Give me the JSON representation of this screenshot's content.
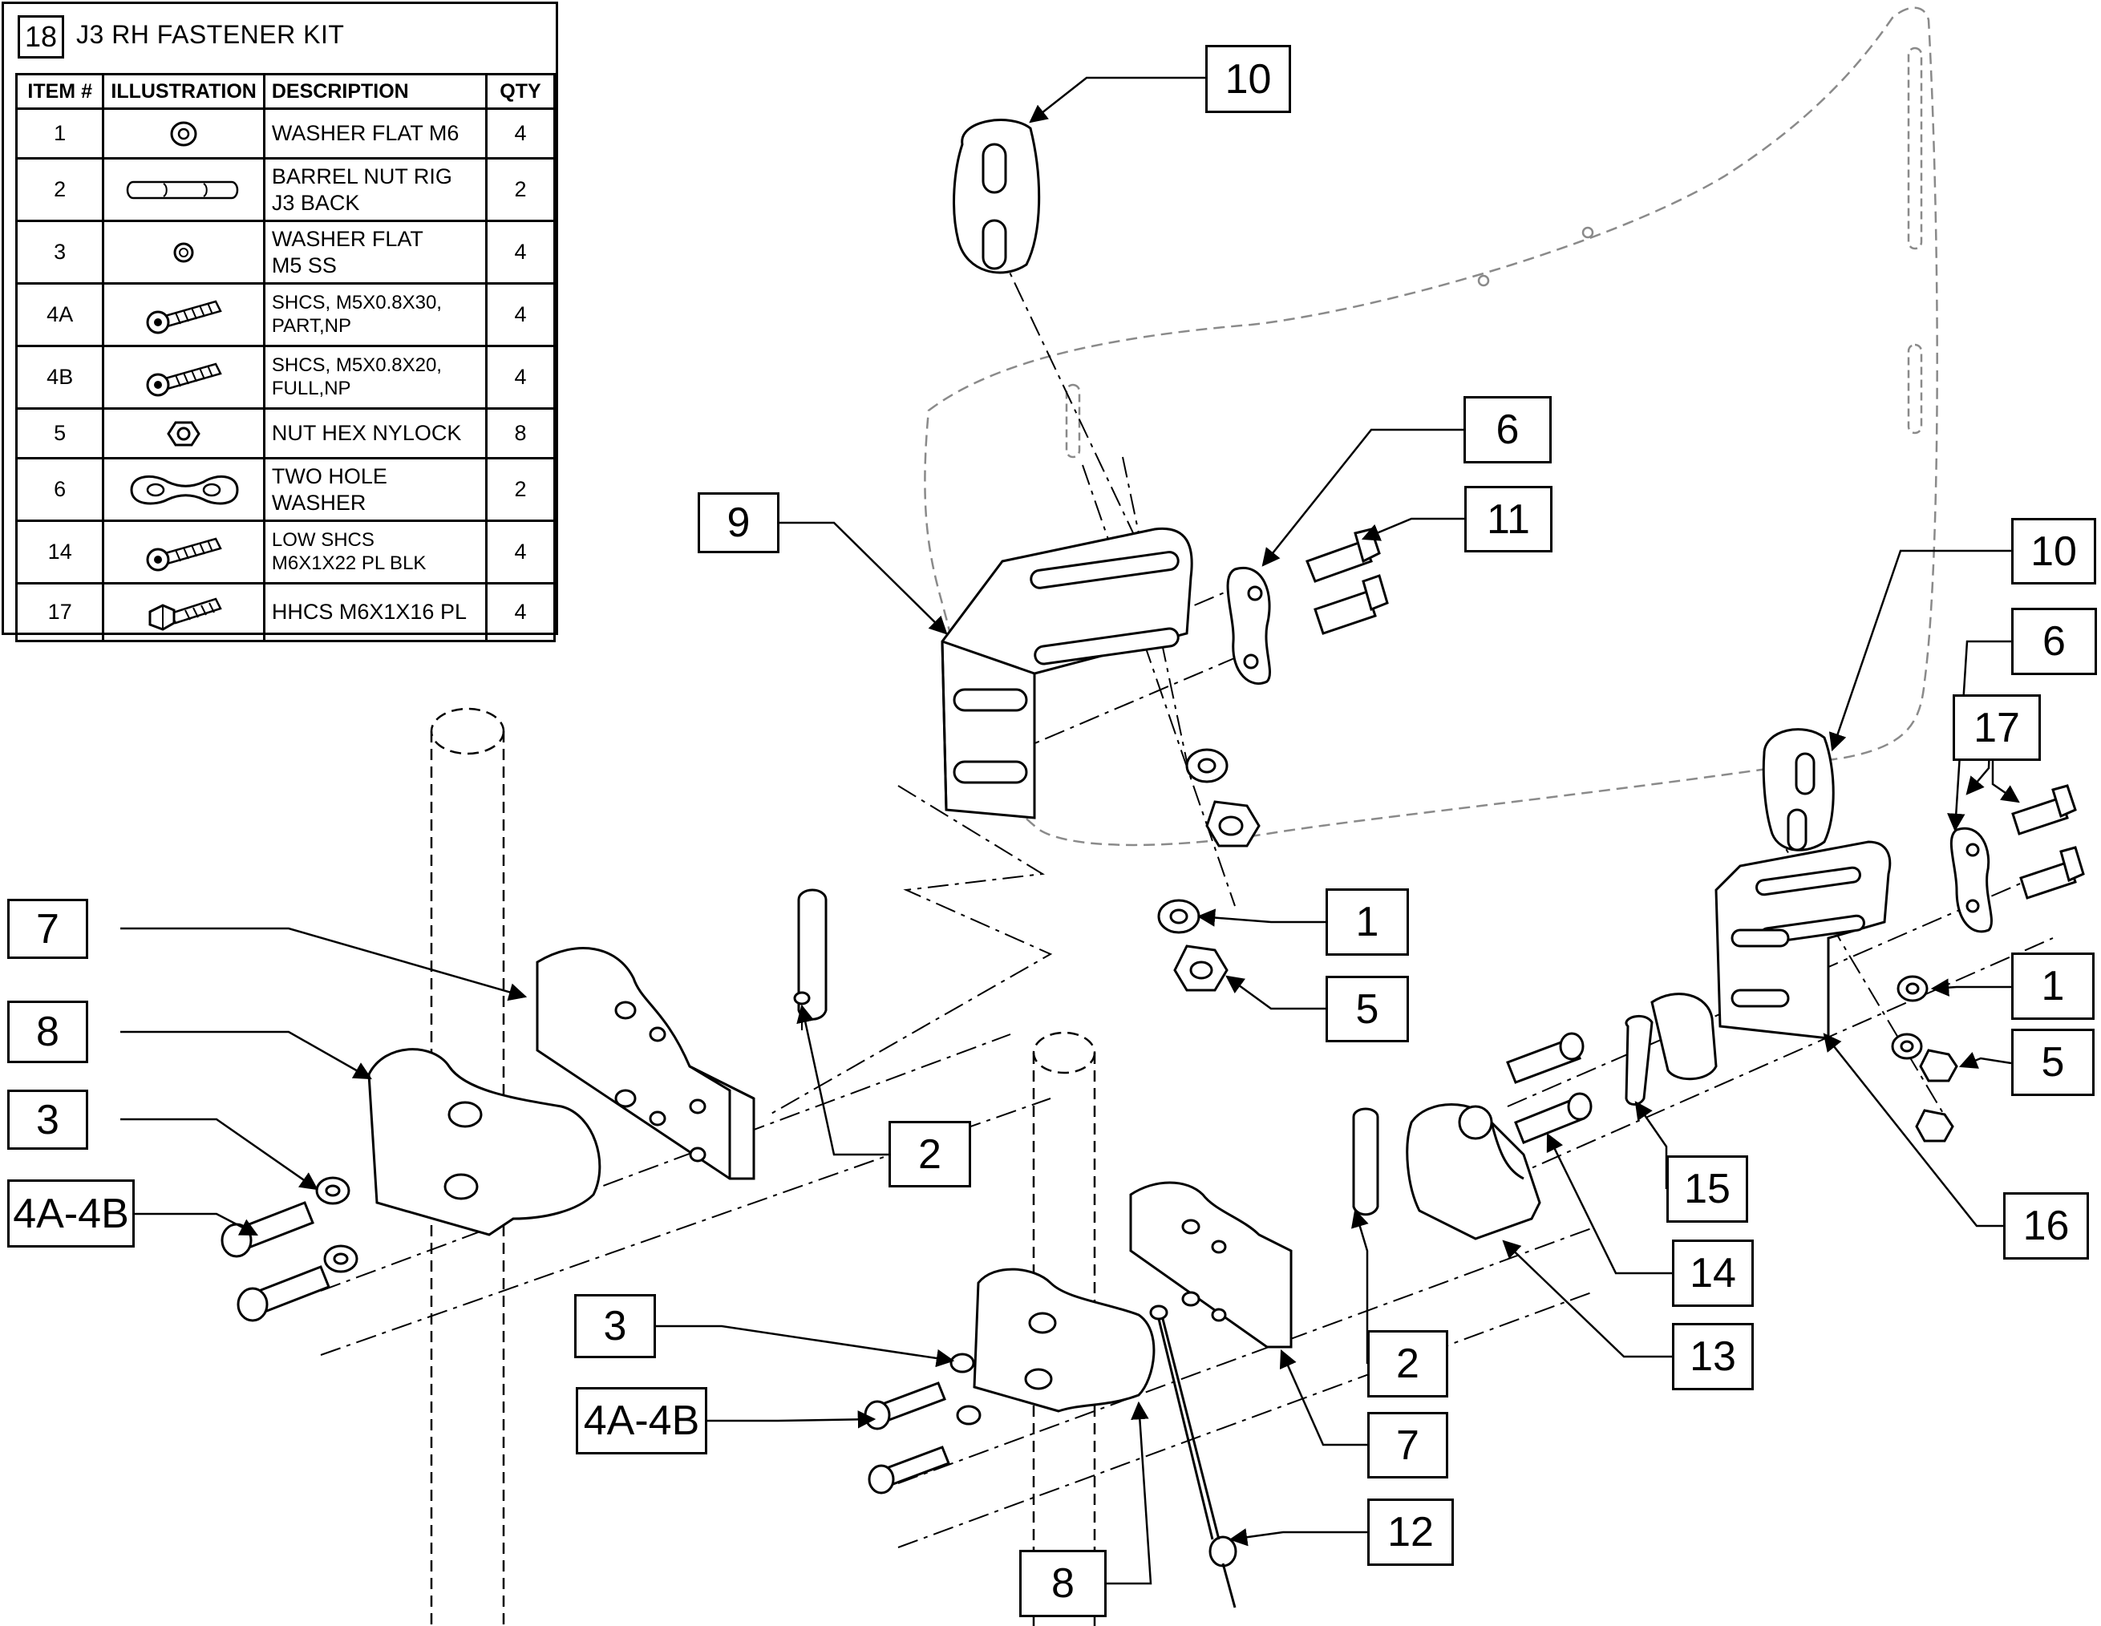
{
  "kit": {
    "number": "18",
    "title": "J3 RH FASTENER KIT",
    "headers": {
      "item": "ITEM #",
      "illustration": "ILLUSTRATION",
      "description": "DESCRIPTION",
      "qty": "QTY"
    },
    "rows": [
      {
        "item": "1",
        "icon": "flat-washer-icon",
        "desc_lines": [
          "WASHER FLAT M6"
        ],
        "qty": "4"
      },
      {
        "item": "2",
        "icon": "barrel-nut-icon",
        "desc_lines": [
          "BARREL NUT RIG",
          "J3 BACK"
        ],
        "qty": "2"
      },
      {
        "item": "3",
        "icon": "small-washer-icon",
        "desc_lines": [
          "WASHER FLAT",
          "M5 SS"
        ],
        "qty": "4"
      },
      {
        "item": "4A",
        "icon": "socket-cap-screw-icon",
        "desc_lines": [
          "SHCS, M5X0.8X30,",
          "PART,NP"
        ],
        "qty": "4"
      },
      {
        "item": "4B",
        "icon": "socket-cap-screw-icon",
        "desc_lines": [
          "SHCS, M5X0.8X20,",
          "FULL,NP"
        ],
        "qty": "4"
      },
      {
        "item": "5",
        "icon": "hex-nut-icon",
        "desc_lines": [
          "NUT HEX NYLOCK"
        ],
        "qty": "8"
      },
      {
        "item": "6",
        "icon": "two-hole-washer-icon",
        "desc_lines": [
          "TWO HOLE",
          "WASHER"
        ],
        "qty": "2"
      },
      {
        "item": "14",
        "icon": "socket-cap-screw-icon",
        "desc_lines": [
          "LOW SHCS",
          "M6X1X22 PL BLK"
        ],
        "qty": "4"
      },
      {
        "item": "17",
        "icon": "hex-head-screw-icon",
        "desc_lines": [
          "HHCS M6X1X16 PL"
        ],
        "qty": "4"
      }
    ]
  },
  "callouts": {
    "c10a": "10",
    "c9": "9",
    "c6a": "6",
    "c11": "11",
    "c10b": "10",
    "c6b": "6",
    "c17": "17",
    "c7a": "7",
    "c8a": "8",
    "c3a": "3",
    "c4a": "4A-4B",
    "c1a": "1",
    "c5a": "5",
    "c2a": "2",
    "c1b": "1",
    "c5b": "5",
    "c15": "15",
    "c16": "16",
    "c14": "14",
    "c13": "13",
    "c3b": "3",
    "c4b": "4A-4B",
    "c2b": "2",
    "c7b": "7",
    "c12": "12",
    "c8b": "8"
  }
}
